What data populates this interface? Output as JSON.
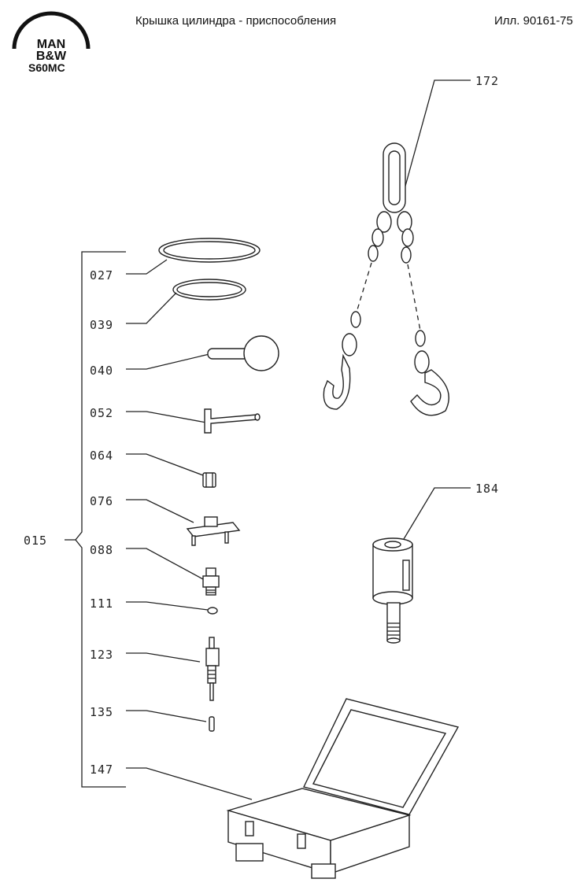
{
  "header": {
    "title": "Крышка цилиндра - приспособления",
    "figure_ref": "Илл. 90161-75"
  },
  "logo": {
    "line1": "MAN",
    "line2": "B&W",
    "model": "S60MC"
  },
  "group": {
    "number": "015"
  },
  "parts": [
    {
      "number": "027",
      "name": "ring-large"
    },
    {
      "number": "039",
      "name": "ring-small"
    },
    {
      "number": "040",
      "name": "handle-ball"
    },
    {
      "number": "052",
      "name": "hex-key"
    },
    {
      "number": "064",
      "name": "nut"
    },
    {
      "number": "076",
      "name": "bracket"
    },
    {
      "number": "088",
      "name": "connector"
    },
    {
      "number": "111",
      "name": "seal"
    },
    {
      "number": "123",
      "name": "adapter"
    },
    {
      "number": "135",
      "name": "pin"
    },
    {
      "number": "147",
      "name": "tool-box"
    },
    {
      "number": "172",
      "name": "lifting-chain"
    },
    {
      "number": "184",
      "name": "lifting-tool"
    }
  ]
}
